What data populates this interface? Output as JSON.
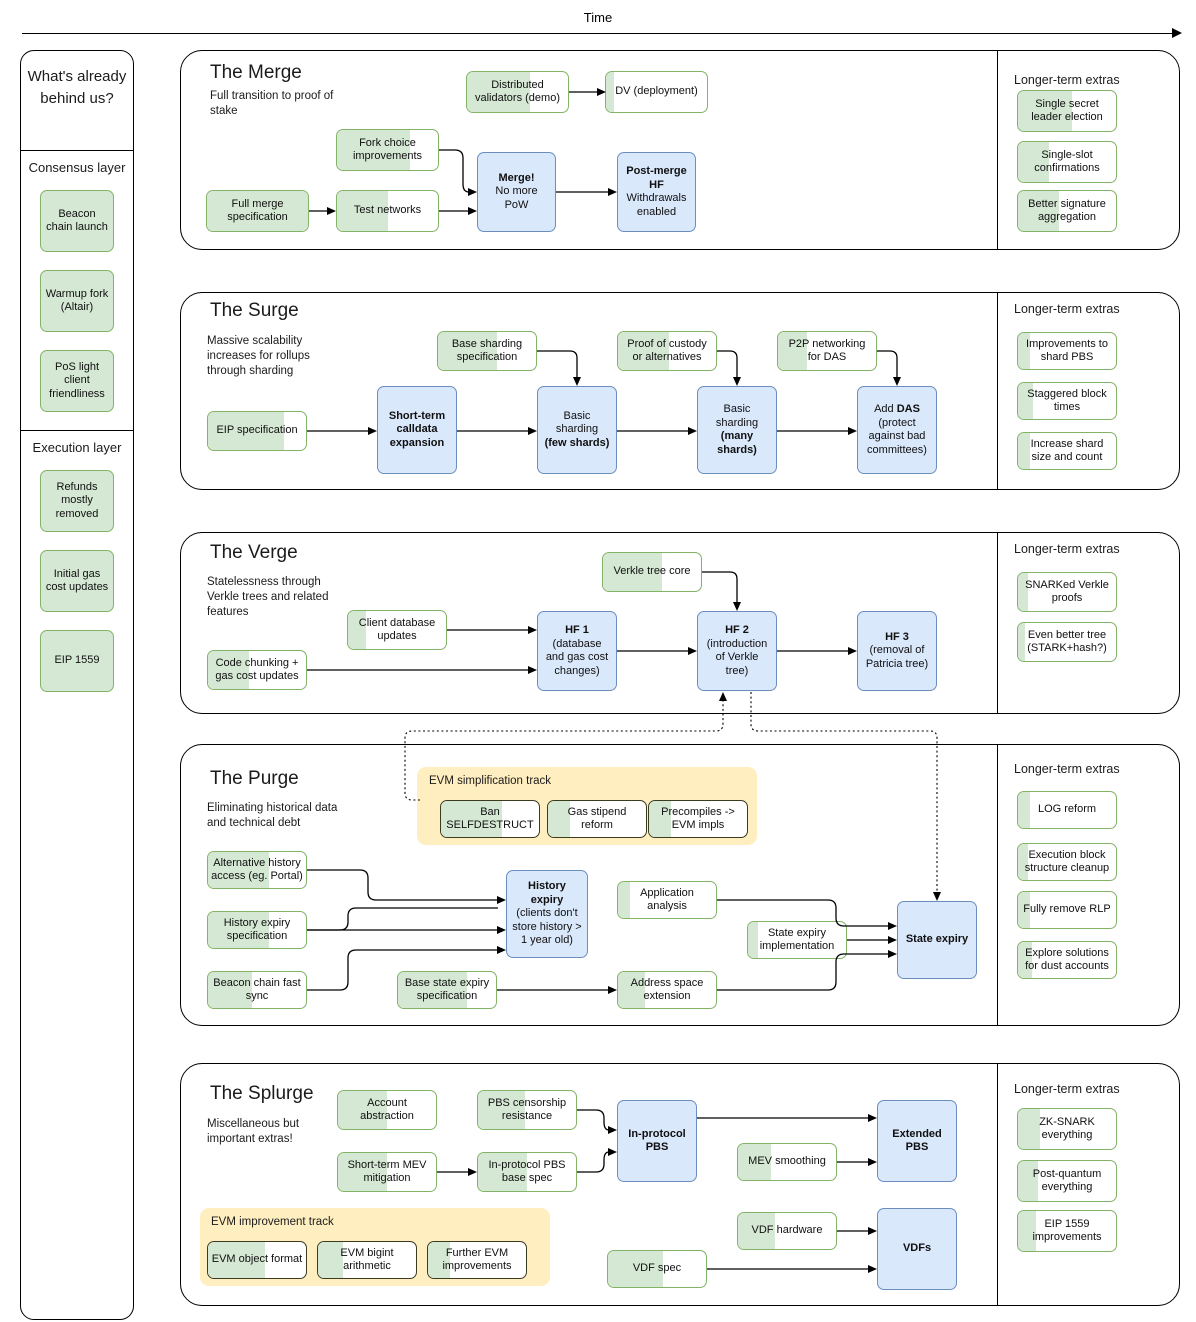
{
  "header": {
    "time_label": "Time"
  },
  "sidebar": {
    "heading": "What's already behind us?",
    "groups": [
      {
        "label": "Consensus layer",
        "items": [
          {
            "label": "Beacon chain launch",
            "progress": 100
          },
          {
            "label": "Warmup fork (Altair)",
            "progress": 100
          },
          {
            "label": "PoS light client friendliness",
            "progress": 100
          }
        ]
      },
      {
        "label": "Execution layer",
        "items": [
          {
            "label": "Refunds mostly removed",
            "progress": 100
          },
          {
            "label": "Initial gas cost updates",
            "progress": 100
          },
          {
            "label": "EIP 1559",
            "progress": 100
          }
        ]
      }
    ]
  },
  "extras_heading": "Longer-term extras",
  "sections": [
    {
      "id": "merge",
      "title": "The Merge",
      "subtitle": "Full transition to proof of stake",
      "nodes": [
        {
          "name": "distributed-validators-demo",
          "label": "Distributed validators (demo)",
          "kind": "green",
          "progress": 62
        },
        {
          "name": "dv-deployment",
          "label": "DV (deployment)",
          "kind": "green",
          "progress": 8
        },
        {
          "name": "fork-choice-improvements",
          "label": "Fork choice improvements",
          "kind": "green",
          "progress": 72
        },
        {
          "name": "full-merge-specification",
          "label": "Full merge specification",
          "kind": "green",
          "progress": 100
        },
        {
          "name": "test-networks",
          "label": "Test networks",
          "kind": "green",
          "progress": 50
        },
        {
          "name": "merge-no-more-pow",
          "label": "Merge! No more PoW",
          "kind": "blue",
          "bold_lines": [
            "Merge!"
          ]
        },
        {
          "name": "post-merge-hf",
          "label": "Post-merge HF Withdrawals enabled",
          "kind": "blue",
          "bold_lines": [
            "Post-merge",
            "HF"
          ]
        }
      ],
      "extras": [
        {
          "label": "Single secret leader election",
          "progress": 55
        },
        {
          "label": "Single-slot confirmations",
          "progress": 32
        },
        {
          "label": "Better signature aggregation",
          "progress": 42
        }
      ]
    },
    {
      "id": "surge",
      "title": "The Surge",
      "subtitle": "Massive scalability increases for rollups through sharding",
      "nodes": [
        {
          "name": "base-sharding-specification",
          "label": "Base sharding specification",
          "kind": "green",
          "progress": 60
        },
        {
          "name": "proof-of-custody",
          "label": "Proof of custody or alternatives",
          "kind": "green",
          "progress": 52
        },
        {
          "name": "p2p-networking-for-das",
          "label": "P2P networking for DAS",
          "kind": "green",
          "progress": 30
        },
        {
          "name": "eip-specification",
          "label": "EIP specification",
          "kind": "green",
          "progress": 78
        },
        {
          "name": "short-term-calldata-expansion",
          "label": "Short-term calldata expansion",
          "kind": "blue",
          "bold_lines": [
            "Short-term",
            "calldata",
            "expansion"
          ]
        },
        {
          "name": "basic-sharding-few-shards",
          "label": "Basic sharding (few shards)",
          "kind": "blue",
          "bold_lines": [
            "(few shards)"
          ]
        },
        {
          "name": "basic-sharding-many-shards",
          "label": "Basic sharding (many shards)",
          "kind": "blue",
          "bold_lines": [
            "(many",
            "shards)"
          ]
        },
        {
          "name": "add-das",
          "label": "Add DAS (protect against bad committees)",
          "kind": "blue",
          "bold_lines": [
            "DAS"
          ]
        }
      ],
      "extras": [
        {
          "label": "Improvements to shard PBS",
          "progress": 12
        },
        {
          "label": "Staggered block times",
          "progress": 15
        },
        {
          "label": "Increase shard size and count",
          "progress": 12
        }
      ]
    },
    {
      "id": "verge",
      "title": "The Verge",
      "subtitle": "Statelessness through Verkle trees and related features",
      "nodes": [
        {
          "name": "verkle-tree-core",
          "label": "Verkle tree core",
          "kind": "green",
          "progress": 60
        },
        {
          "name": "client-database-updates",
          "label": "Client database updates",
          "kind": "green",
          "progress": 18
        },
        {
          "name": "code-chunking-gas-cost-updates",
          "label": "Code chunking + gas cost updates",
          "kind": "green",
          "progress": 42
        },
        {
          "name": "hf-1",
          "label": "HF 1 (database and gas cost changes)",
          "kind": "blue",
          "bold_lines": [
            "HF 1"
          ]
        },
        {
          "name": "hf-2",
          "label": "HF 2 (introduction of Verkle tree)",
          "kind": "blue",
          "bold_lines": [
            "HF 2"
          ]
        },
        {
          "name": "hf-3",
          "label": "HF 3 (removal of Patricia tree)",
          "kind": "blue",
          "bold_lines": [
            "HF 3"
          ]
        }
      ],
      "extras": [
        {
          "label": "SNARKed Verkle proofs",
          "progress": 10
        },
        {
          "label": "Even better tree (STARK+hash?)",
          "progress": 7
        }
      ]
    },
    {
      "id": "purge",
      "title": "The Purge",
      "subtitle": "Eliminating historical data and technical debt",
      "track": {
        "title": "EVM simplification track",
        "items": [
          {
            "label": "Ban SELFDESTRUCT",
            "progress": 62
          },
          {
            "label": "Gas stipend reform",
            "progress": 22
          },
          {
            "label": "Precompiles -> EVM impls",
            "progress": 22
          }
        ]
      },
      "nodes": [
        {
          "name": "alternative-history-access",
          "label": "Alternative history access (eg. Portal)",
          "kind": "green",
          "progress": 62
        },
        {
          "name": "history-expiry-specification",
          "label": "History expiry specification",
          "kind": "green",
          "progress": 62
        },
        {
          "name": "beacon-chain-fast-sync",
          "label": "Beacon chain fast sync",
          "kind": "green",
          "progress": 45
        },
        {
          "name": "base-state-expiry-specification",
          "label": "Base state expiry specification",
          "kind": "green",
          "progress": 70
        },
        {
          "name": "application-analysis",
          "label": "Application analysis",
          "kind": "green",
          "progress": 12
        },
        {
          "name": "address-space-extension",
          "label": "Address space extension",
          "kind": "green",
          "progress": 28
        },
        {
          "name": "state-expiry-implementation",
          "label": "State expiry implementation",
          "kind": "green",
          "progress": 10
        },
        {
          "name": "history-expiry",
          "label": "History expiry (clients don't store history > 1 year old)",
          "kind": "blue",
          "bold_lines": [
            "History",
            "expiry"
          ]
        },
        {
          "name": "state-expiry",
          "label": "State expiry",
          "kind": "blue",
          "bold_lines": [
            "State expiry"
          ]
        }
      ],
      "extras": [
        {
          "label": "LOG reform",
          "progress": 12
        },
        {
          "label": "Execution block structure cleanup",
          "progress": 10
        },
        {
          "label": "Fully remove RLP",
          "progress": 12
        },
        {
          "label": "Explore solutions for dust accounts",
          "progress": 14
        }
      ]
    },
    {
      "id": "splurge",
      "title": "The Splurge",
      "subtitle": "Miscellaneous but important extras!",
      "track": {
        "title": "EVM improvement track",
        "items": [
          {
            "label": "EVM object format",
            "progress": 58
          },
          {
            "label": "EVM bigint arithmetic",
            "progress": 25
          },
          {
            "label": "Further EVM improvements",
            "progress": 22
          }
        ]
      },
      "nodes": [
        {
          "name": "account-abstraction",
          "label": "Account abstraction",
          "kind": "green",
          "progress": 50
        },
        {
          "name": "pbs-censorship-resistance",
          "label": "PBS censorship resistance",
          "kind": "green",
          "progress": 48
        },
        {
          "name": "short-term-mev-mitigation",
          "label": "Short-term MEV mitigation",
          "kind": "green",
          "progress": 50
        },
        {
          "name": "in-protocol-pbs-base-spec",
          "label": "In-protocol PBS base spec",
          "kind": "green",
          "progress": 50
        },
        {
          "name": "mev-smoothing",
          "label": "MEV smoothing",
          "kind": "green",
          "progress": 34
        },
        {
          "name": "vdf-hardware",
          "label": "VDF hardware",
          "kind": "green",
          "progress": 38
        },
        {
          "name": "vdf-spec",
          "label": "VDF spec",
          "kind": "green",
          "progress": 56
        },
        {
          "name": "in-protocol-pbs",
          "label": "In-protocol PBS",
          "kind": "blue",
          "bold_lines": [
            "In-protocol",
            "PBS"
          ]
        },
        {
          "name": "extended-pbs",
          "label": "Extended PBS",
          "kind": "blue",
          "bold_lines": [
            "Extended",
            "PBS"
          ]
        },
        {
          "name": "vdfs",
          "label": "VDFs",
          "kind": "blue",
          "bold_lines": [
            "VDFs"
          ]
        }
      ],
      "extras": [
        {
          "label": "ZK-SNARK everything",
          "progress": 22
        },
        {
          "label": "Post-quantum everything",
          "progress": 20
        },
        {
          "label": "EIP 1559 improvements",
          "progress": 18
        }
      ]
    }
  ],
  "colors": {
    "green_fill": "#d5e8d4",
    "green_border": "#82b366",
    "blue_fill": "#dae8fc",
    "blue_border": "#6c8ebf",
    "track_bg": "#ffeec0",
    "line": "#000000"
  }
}
